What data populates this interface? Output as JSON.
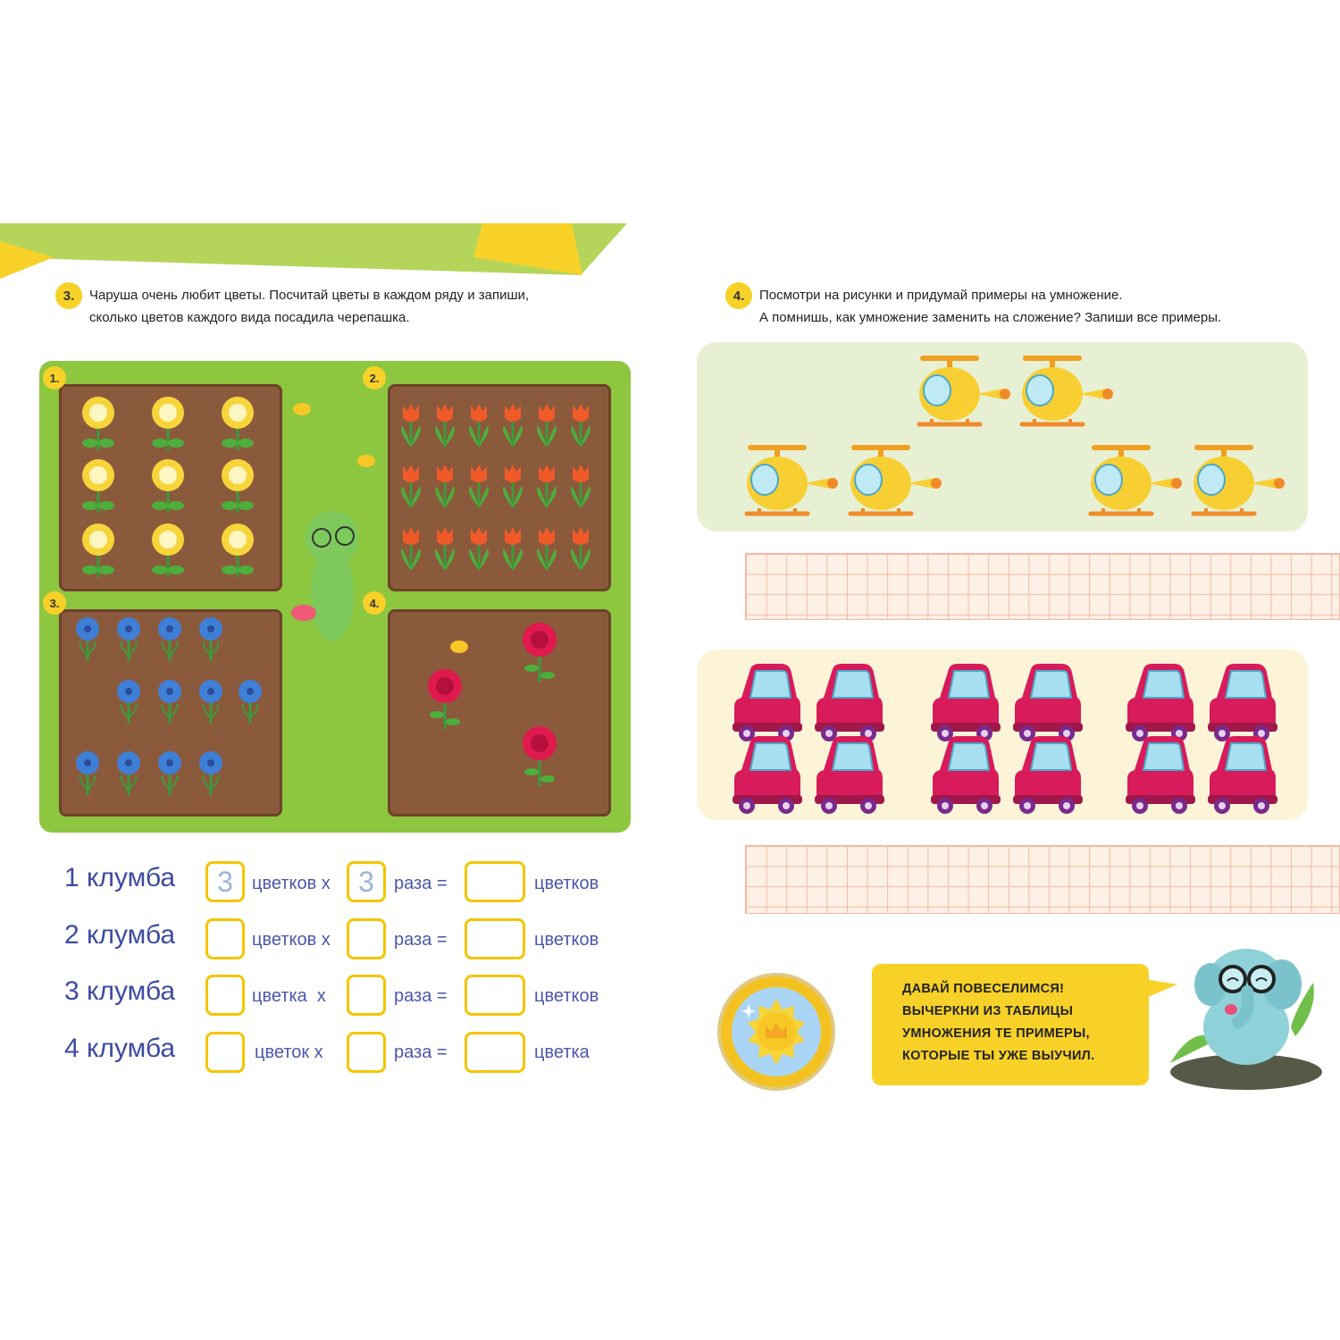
{
  "task3": {
    "number": "3.",
    "line1": "Чаруша очень любит цветы. Посчитай цветы в каждом ряду и запиши,",
    "line2": "сколько цветов каждого вида посадила черепашка."
  },
  "task4": {
    "number": "4.",
    "line1": "Посмотри на рисунки и придумай примеры на умножение.",
    "line2": "А помнишь, как умножение заменить на сложение? Запиши все примеры."
  },
  "garden": {
    "bed_numbers": [
      "1.",
      "2.",
      "3.",
      "4."
    ]
  },
  "exercise": {
    "rows": [
      {
        "label": "1 клумба",
        "word1": "цветков х",
        "hint1": "3",
        "word2": "раза =",
        "hint2": "3",
        "word3": "цветков"
      },
      {
        "label": "2 клумба",
        "word1": "цветков х",
        "hint1": "",
        "word2": "раза =",
        "hint2": "",
        "word3": "цветков"
      },
      {
        "label": "3 клумба",
        "word1": "цветка  х",
        "hint1": "",
        "word2": "раза =",
        "hint2": "",
        "word3": "цветков"
      },
      {
        "label": "4 клумба",
        "word1": "цветок х",
        "hint1": "",
        "word2": "раза =",
        "hint2": "",
        "word3": "цветка"
      }
    ]
  },
  "bubble": {
    "lines": [
      "ДАВАЙ ПОВЕСЕЛИМСЯ!",
      "ВЫЧЕРКНИ ИЗ ТАБЛИЦЫ",
      "УМНОЖЕНИЯ ТЕ ПРИМЕРЫ,",
      "КОТОРЫЕ ТЫ УЖЕ ВЫУЧИЛ."
    ]
  },
  "colors": {
    "header_green": "#b5d55a",
    "header_yellow": "#f7d128",
    "helicopter_panel": "#e8f0d4",
    "car_panel": "#fdf4d8",
    "grid_line": "#f6b9a0",
    "text_blue": "#3d4aa0"
  }
}
